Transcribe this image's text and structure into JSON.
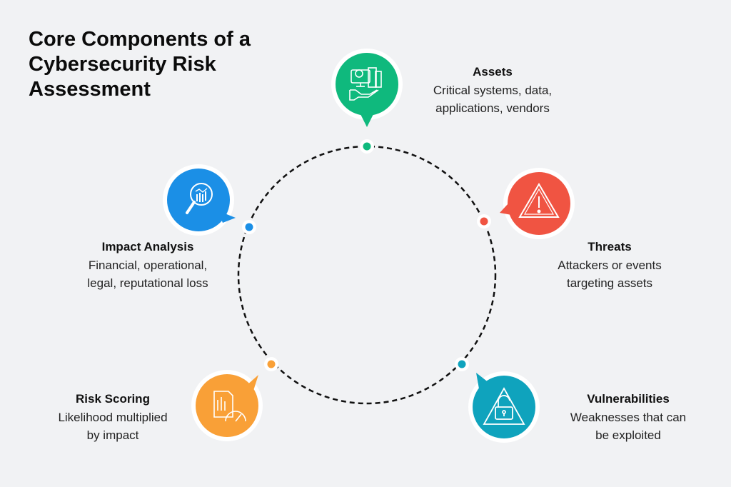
{
  "title": "Core Components of a Cybersecurity Risk Assessment",
  "components": [
    {
      "name": "Assets",
      "line1": "Critical systems, data,",
      "line2": "applications, vendors",
      "color": "#0fb97d",
      "icon": "money-gear-hand-icon"
    },
    {
      "name": "Threats",
      "line1": "Attackers or events",
      "line2": "targeting assets",
      "color": "#f05442",
      "icon": "warning-triangle-icon"
    },
    {
      "name": "Vulnerabilities",
      "line1": "Weaknesses that can",
      "line2": "be exploited",
      "color": "#0fa3bd",
      "icon": "unlocked-padlock-icon"
    },
    {
      "name": "Risk Scoring",
      "line1": "Likelihood multiplied",
      "line2": "by impact",
      "color": "#f9a037",
      "icon": "report-gauge-icon"
    },
    {
      "name": "Impact Analysis",
      "line1": "Financial, operational,",
      "line2": "legal, reputational loss",
      "color": "#1b8fe6",
      "icon": "magnifier-chart-icon"
    }
  ]
}
